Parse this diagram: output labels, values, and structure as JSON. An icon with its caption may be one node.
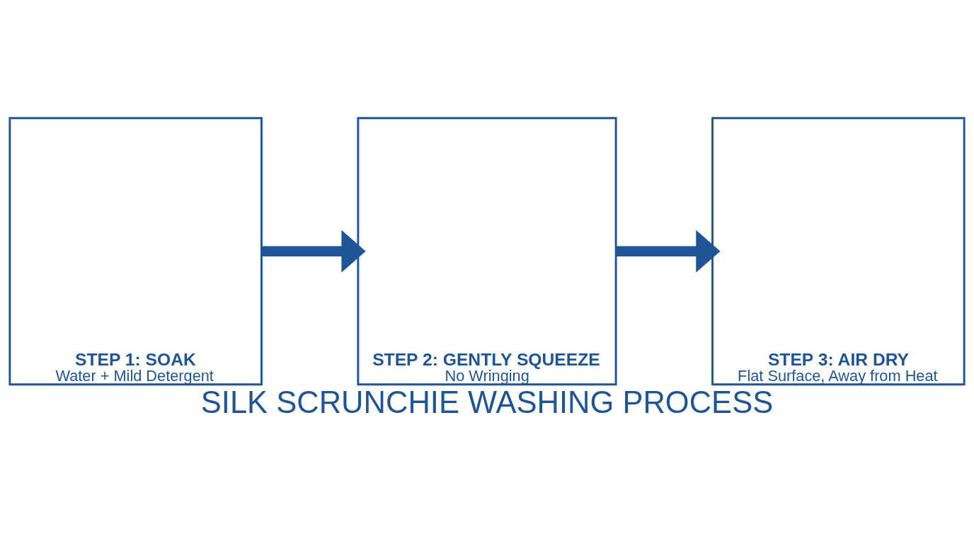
{
  "diagram": {
    "title": "SILK SCRUNCHIE WASHING PROCESS",
    "nodes": [
      {
        "text": [
          "STEP 1: SOAK",
          "Water + Mild Detergent"
        ]
      },
      {
        "text": [
          "STEP 2: GENTLY SQUEEZE",
          "No Wringing"
        ]
      },
      {
        "text": [
          "STEP 3: AIR DRY",
          "Flat Surface, Away from Heat"
        ]
      }
    ],
    "edges": [
      {
        "from": 0,
        "to": 1,
        "arrow": "to"
      },
      {
        "from": 1,
        "to": 2,
        "arrow": "to"
      }
    ]
  }
}
